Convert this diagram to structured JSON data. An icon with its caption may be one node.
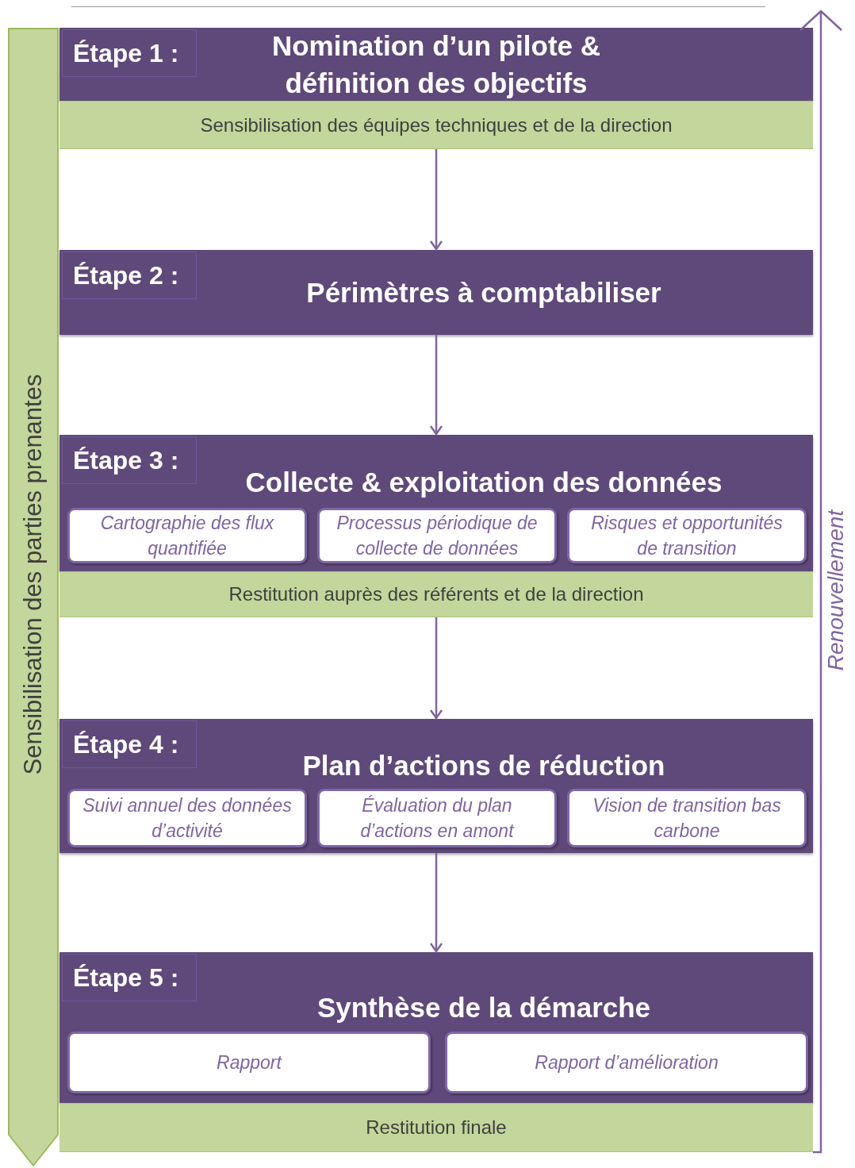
{
  "diagram": {
    "nodes": [
      {
        "text": [
          "Étape 1 :",
          "Nomination d’un pilote & définition des objectifs"
        ]
      },
      {
        "text": [
          "Sensibilisation des équipes techniques et de la direction"
        ]
      },
      {
        "text": [
          "Étape 2 :",
          "Périmètres à comptabiliser"
        ]
      },
      {
        "text": [
          "Étape 3 :",
          "Collecte & exploitation des données"
        ]
      },
      {
        "text": [
          "Cartographie des flux quantifiée"
        ],
        "in": 3
      },
      {
        "text": [
          "Processus périodique de collecte de données"
        ],
        "in": 3
      },
      {
        "text": [
          "Risques et opportunités de transition"
        ],
        "in": 3
      },
      {
        "text": [
          "Restitution auprès des référents et de la direction"
        ]
      },
      {
        "text": [
          "Étape 4 :",
          "Plan d’actions de réduction"
        ]
      },
      {
        "text": [
          "Suivi annuel des données d’activité"
        ],
        "in": 8
      },
      {
        "text": [
          "Évaluation du plan d’actions en amont"
        ],
        "in": 8
      },
      {
        "text": [
          "Vision de transition bas carbone"
        ],
        "in": 8
      },
      {
        "text": [
          "Étape 5 :",
          "Synthèse de la démarche"
        ]
      },
      {
        "text": [
          "Rapport"
        ],
        "in": 12
      },
      {
        "text": [
          "Rapport d’amélioration"
        ],
        "in": 12
      },
      {
        "text": [
          "Restitution finale"
        ]
      },
      {
        "text": [
          "Sensibilisation des parties prenantes"
        ]
      }
    ],
    "edges": [
      {
        "from": 1,
        "to": 2,
        "arrow": "to"
      },
      {
        "from": 2,
        "to": 3,
        "arrow": "to"
      },
      {
        "from": 7,
        "to": 8,
        "arrow": "to"
      },
      {
        "from": 8,
        "to": 12,
        "arrow": "to"
      },
      {
        "from": 15,
        "to": 0,
        "arrow": "to",
        "label": "Renouvellement"
      }
    ]
  }
}
